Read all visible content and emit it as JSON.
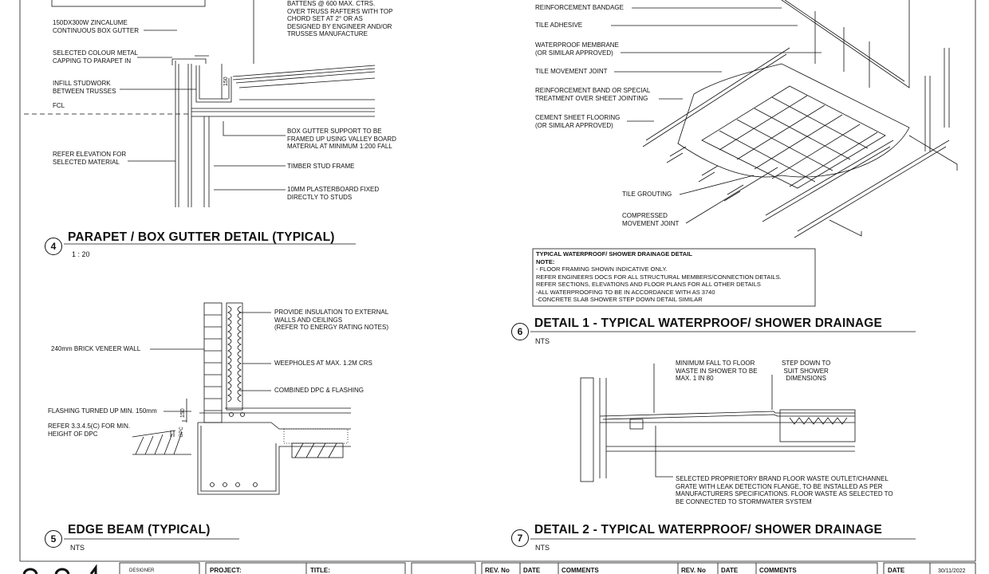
{
  "detail4": {
    "notes": {
      "battens": "BATTENS @ 600 MAX. CTRS.\nOVER TRUSS RAFTERS WITH TOP\nCHORD SET AT 2° OR AS\nDESIGNED BY ENGINEER AND/OR\nTRUSSES MANUFACTURE",
      "gutter": "150dx300w ZINCALUME\nCONTINUOUS BOX GUTTER",
      "capping": "SELECTED COLOUR METAL\nCAPPING TO PARAPET IN",
      "infill": "INFILL STUDWORK\nBETWEEN TRUSSES",
      "fcl": "FCL",
      "dim150": "150",
      "support": "BOX GUTTER SUPPORT TO BE\nFRAMED UP USING VALLEY BOARD\nMATERIAL AT MINIMUM 1:200 FALL",
      "elevation": "REFER ELEVATION FOR\nSELECTED MATERIAL",
      "studframe": "TIMBER STUD FRAME",
      "plaster": "10mm PLASTERBOARD FIXED\nDIRECTLY TO STUDS"
    },
    "number": "4",
    "title": "PARAPET / BOX GUTTER DETAIL (TYPICAL)",
    "scale": "1 : 20"
  },
  "detail5": {
    "notes": {
      "insulation": "PROVIDE INSULATION TO EXTERNAL\nWALLS AND CEILINGS\n(REFER TO ENERGY RATING NOTES)",
      "brick": "240mm BRICK VENEER WALL",
      "weep": "WEEPHOLES AT MAX. 1.2m CRS",
      "dpc": "COMBINED DPC & FLASHING",
      "flashing": "FLASHING TURNED UP MIN. 150mm",
      "refer": "REFER 3.3.4.5(c) FOR MIN.\nHEIGHT OF DPC",
      "dim150": "150",
      "dimdpc": "DPC"
    },
    "number": "5",
    "title": "EDGE BEAM (TYPICAL)",
    "scale": "NTS"
  },
  "detail6": {
    "notes": {
      "bandage": "REINFORCEMENT BANDAGE",
      "adhesive": "TILE ADHESIVE",
      "membrane": "WATERPROOF MEMBRANE\n(OR SIMILAR APPROVED)",
      "movement": "TILE MOVEMENT JOINT",
      "band": "REINFORCEMENT BAND OR SPECIAL\nTREATMENT OVER SHEET JOINTING",
      "cement": "CEMENT SHEET FLOORING\n(OR SIMILAR APPROVED)",
      "grout": "TILE GROUTING",
      "compressed": "COMPRESSED\nMOVEMENT JOINT"
    },
    "notebox_title": "TYPICAL WATERPROOF/ SHOWER DRAINAGE DETAIL",
    "notebox_label": "NOTE:",
    "notebox_lines": [
      "- FLOOR FRAMING SHOWN INDICATIVE ONLY.",
      "REFER ENGINEERS DOCS FOR ALL STRUCTURAL MEMBERS/CONNECTION DETAILS.",
      "REFER SECTIONS, ELEVATIONS AND FLOOR PLANS FOR ALL OTHER DETAILS",
      "-ALL WATERPROOFING TO BE IN ACCORDANCE WITH AS 3740",
      "-CONCRETE SLAB SHOWER STEP DOWN DETAIL SIMILAR"
    ],
    "number": "6",
    "title": "DETAIL 1 - TYPICAL WATERPROOF/ SHOWER DRAINAGE",
    "scale": "NTS"
  },
  "detail7": {
    "notes": {
      "fall": "MINIMUM FALL TO FLOOR\nWASTE IN SHOWER TO BE\nMAX. 1 in 80",
      "step": "STEP DOWN TO\nSUIT SHOWER\nDIMENSIONS",
      "waste": "SELECTED PROPRIETORY BRAND FLOOR WASTE OUTLET/CHANNEL\nGRATE WITH LEAK DETECTION FLANGE, TO BE INSTALLED AS PER\nMANUFACTURERS SPECIFICATIONS. FLOOR WASTE AS SELECTED TO\nBE CONNECTED TO STORMWATER SYSTEM"
    },
    "number": "7",
    "title": "DETAIL 2 - TYPICAL WATERPROOF/ SHOWER DRAINAGE",
    "scale": "NTS"
  },
  "titleblock": {
    "designer_label": "DESIGNER",
    "project_label": "PROJECT:",
    "title_label": "TITLE:",
    "rev_label_1": "REV. No",
    "date_label_1": "DATE",
    "comments_label_1": "COMMENTS",
    "rev_label_2": "REV. No",
    "date_label_2": "DATE",
    "comments_label_2": "COMMENTS",
    "date_label": "DATE",
    "date_value": "30/11/2022"
  }
}
